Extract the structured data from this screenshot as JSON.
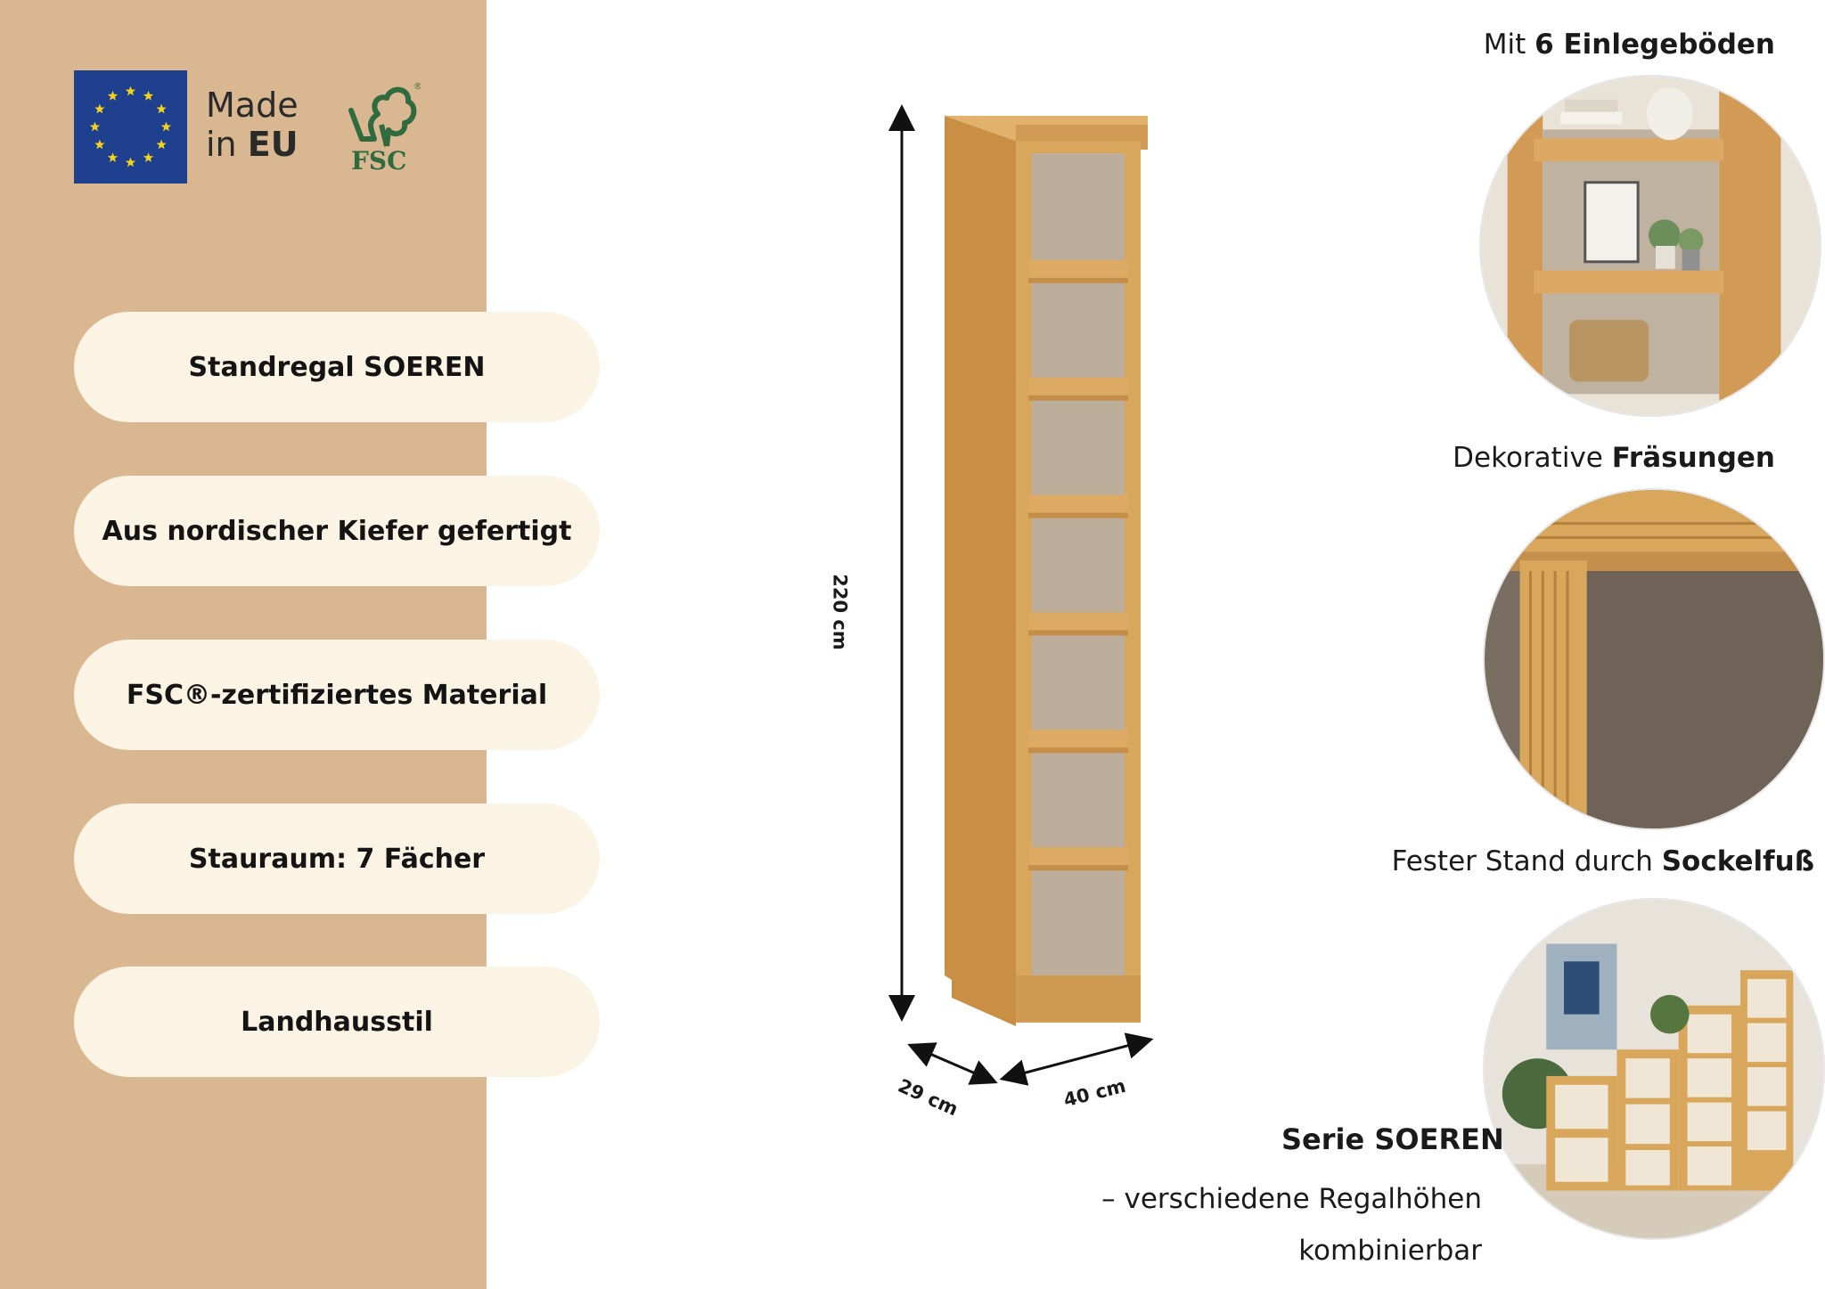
{
  "badges": {
    "made_in_line1": "Made",
    "made_in_line2_prefix": "in ",
    "made_in_line2_bold": "EU",
    "fsc_label": "FSC",
    "fsc_registered": "®"
  },
  "features": [
    {
      "label": "Standregal SOEREN"
    },
    {
      "label": "Aus nordischer Kiefer gefertigt"
    },
    {
      "label": "FSC®-zertifiziertes Material"
    },
    {
      "label": "Stauraum: 7 Fächer"
    },
    {
      "label": "Landhausstil"
    }
  ],
  "dimensions": {
    "height": "220 cm",
    "depth": "29 cm",
    "width": "40 cm"
  },
  "details": [
    {
      "prefix": "Mit ",
      "bold": "6 Einlegeböden",
      "suffix": ""
    },
    {
      "prefix": "Dekorative ",
      "bold": "Fräsungen",
      "suffix": ""
    },
    {
      "prefix": "Fester Stand durch ",
      "bold": "Sockelfuß",
      "suffix": ""
    }
  ],
  "serie": {
    "title": "Serie SOEREN",
    "sub_line1": "– verschiedene Regalhöhen",
    "sub_line2": "kombinierbar"
  },
  "colors": {
    "panel": "#d9b891",
    "pill": "#fbf3e3",
    "wood": "#d9a75c",
    "fsc_green": "#2f6b3e",
    "eu_blue": "#1f3f8f",
    "eu_star": "#f2d31b"
  }
}
